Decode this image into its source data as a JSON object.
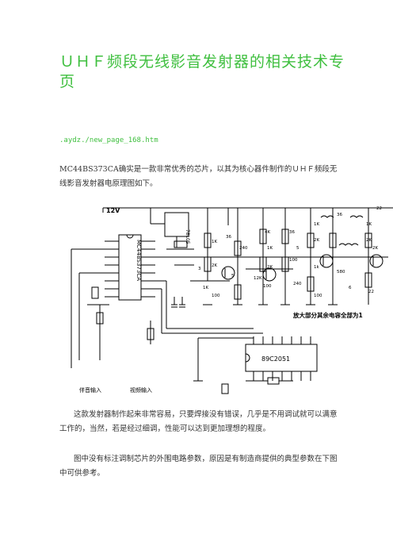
{
  "document": {
    "title": "ＵＨＦ频段无线影音发射器的相关技术专页",
    "source": ".aydz./new_page_168.htm",
    "intro": "MC44BS373CA确实是一款非常优秀的芯片，以其为核心器件制作的ＵＨＦ频段无线影音发射器电原理图如下。",
    "para1": "这款发射器制作起来非常容易，只要焊接没有错误，几乎是不用调试就可以满意工作的，当然，若是经过细调，性能可以达到更加理想的程度。",
    "para2": "图中没有标注调制芯片的外围电路参数，原因是有制造商提供的典型参数在下图中可供参考。"
  },
  "schematic": {
    "supply": "12V",
    "regulator": "78L05",
    "modulator_ic": "MC44BS373CA",
    "mcu_ic": "89C2051",
    "audio_in": "伴音输入",
    "video_in": "视频输入",
    "amp_note": "放大部分其余电容全部为1",
    "labels": {
      "r1k_a": "1K",
      "r1k_b": "1K",
      "r1k_c": "1K",
      "r1k_d": "1K",
      "r1k_e": "1k",
      "r2k_a": "2K",
      "r2k_b": "2K",
      "r2k_c": "2K",
      "r2k_d": "2K",
      "r100_a": "100",
      "r100_b": "100",
      "r100_c": "100",
      "r100_d": "100",
      "r240_a": "240",
      "r240_b": "240",
      "r12k": "12K",
      "r4k": "4K",
      "r580": "580",
      "c36_a": "36",
      "c36_b": "36",
      "c36_c": "36",
      "c22_a": "22",
      "c22_b": "22",
      "c5_a": "5",
      "c5_b": "5",
      "c3": "3",
      "c1k": "1K",
      "c2k": "2K",
      "c6": "6"
    }
  }
}
